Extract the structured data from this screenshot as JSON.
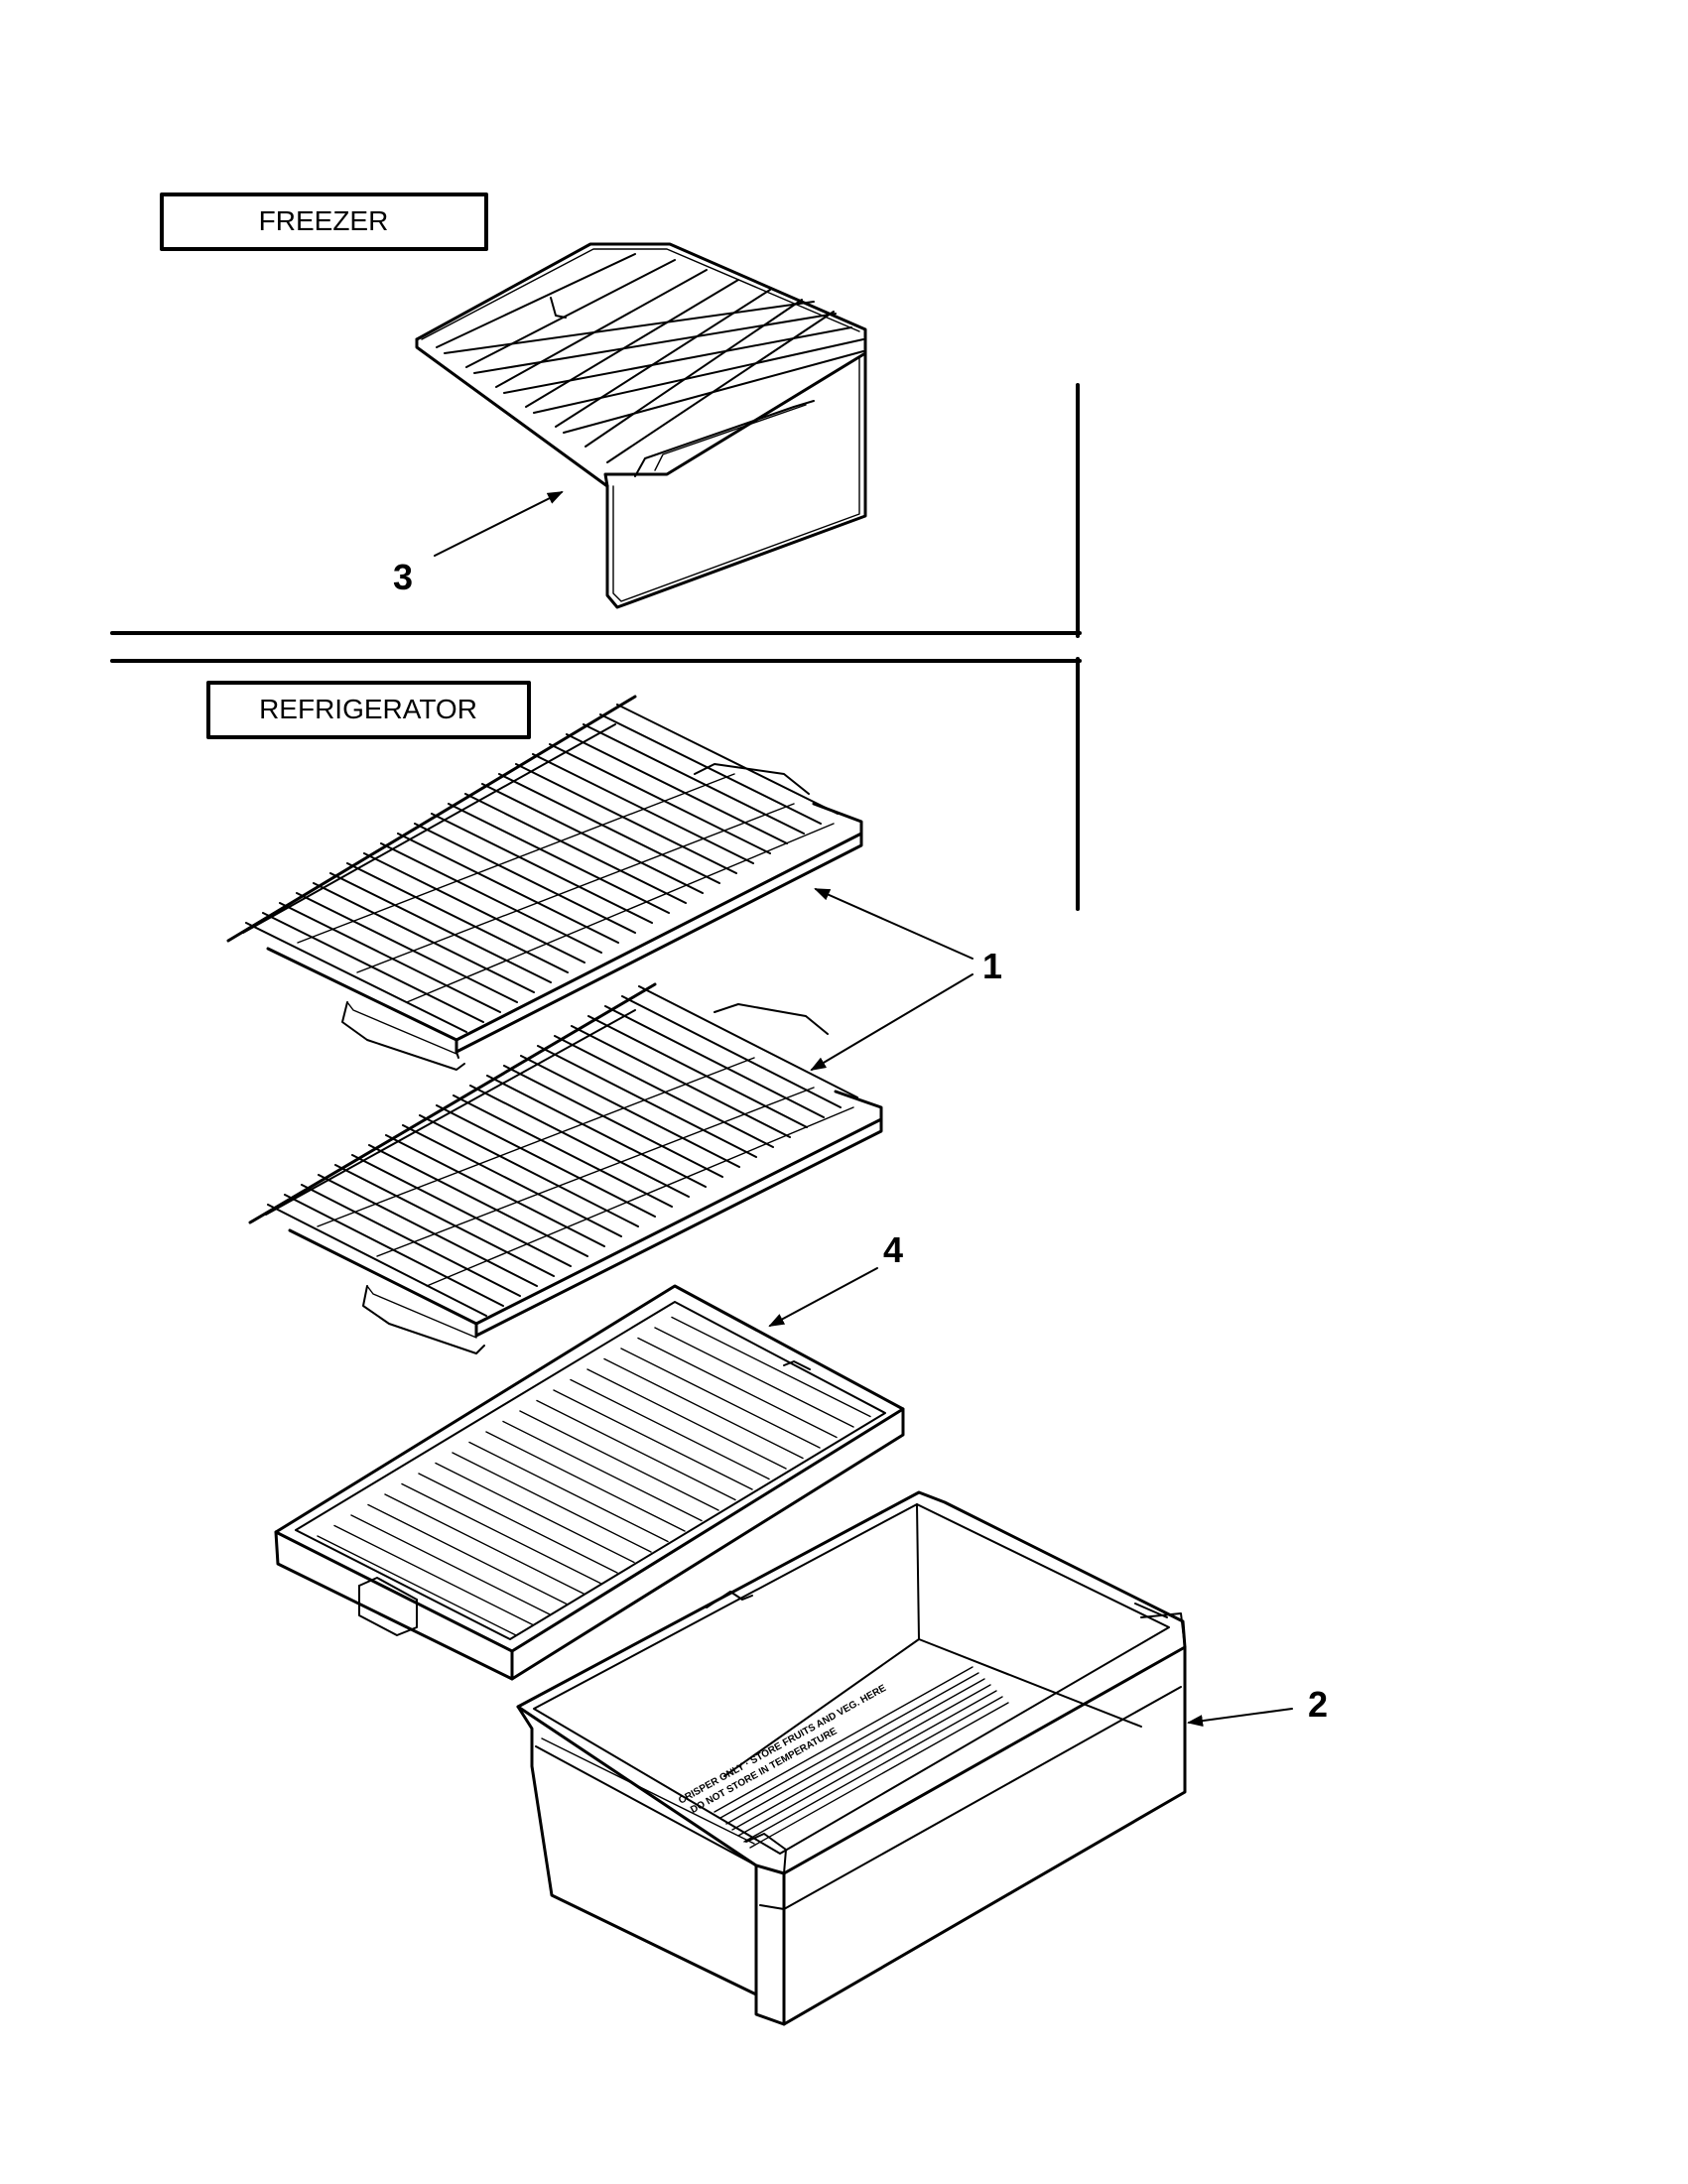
{
  "labels": {
    "freezer": "FREEZER",
    "refrigerator": "REFRIGERATOR"
  },
  "callouts": {
    "shelf_wire": "1",
    "crisper_pan": "2",
    "freezer_shelf": "3",
    "crisper_cover": "4"
  },
  "colors": {
    "ink": "#000000",
    "background": "#ffffff"
  },
  "crisper_text_lines": [
    "CRISPER ONLY · STORE FRUITS AND VEG. HERE",
    "DO NOT STORE IN TEMPERATURE"
  ]
}
